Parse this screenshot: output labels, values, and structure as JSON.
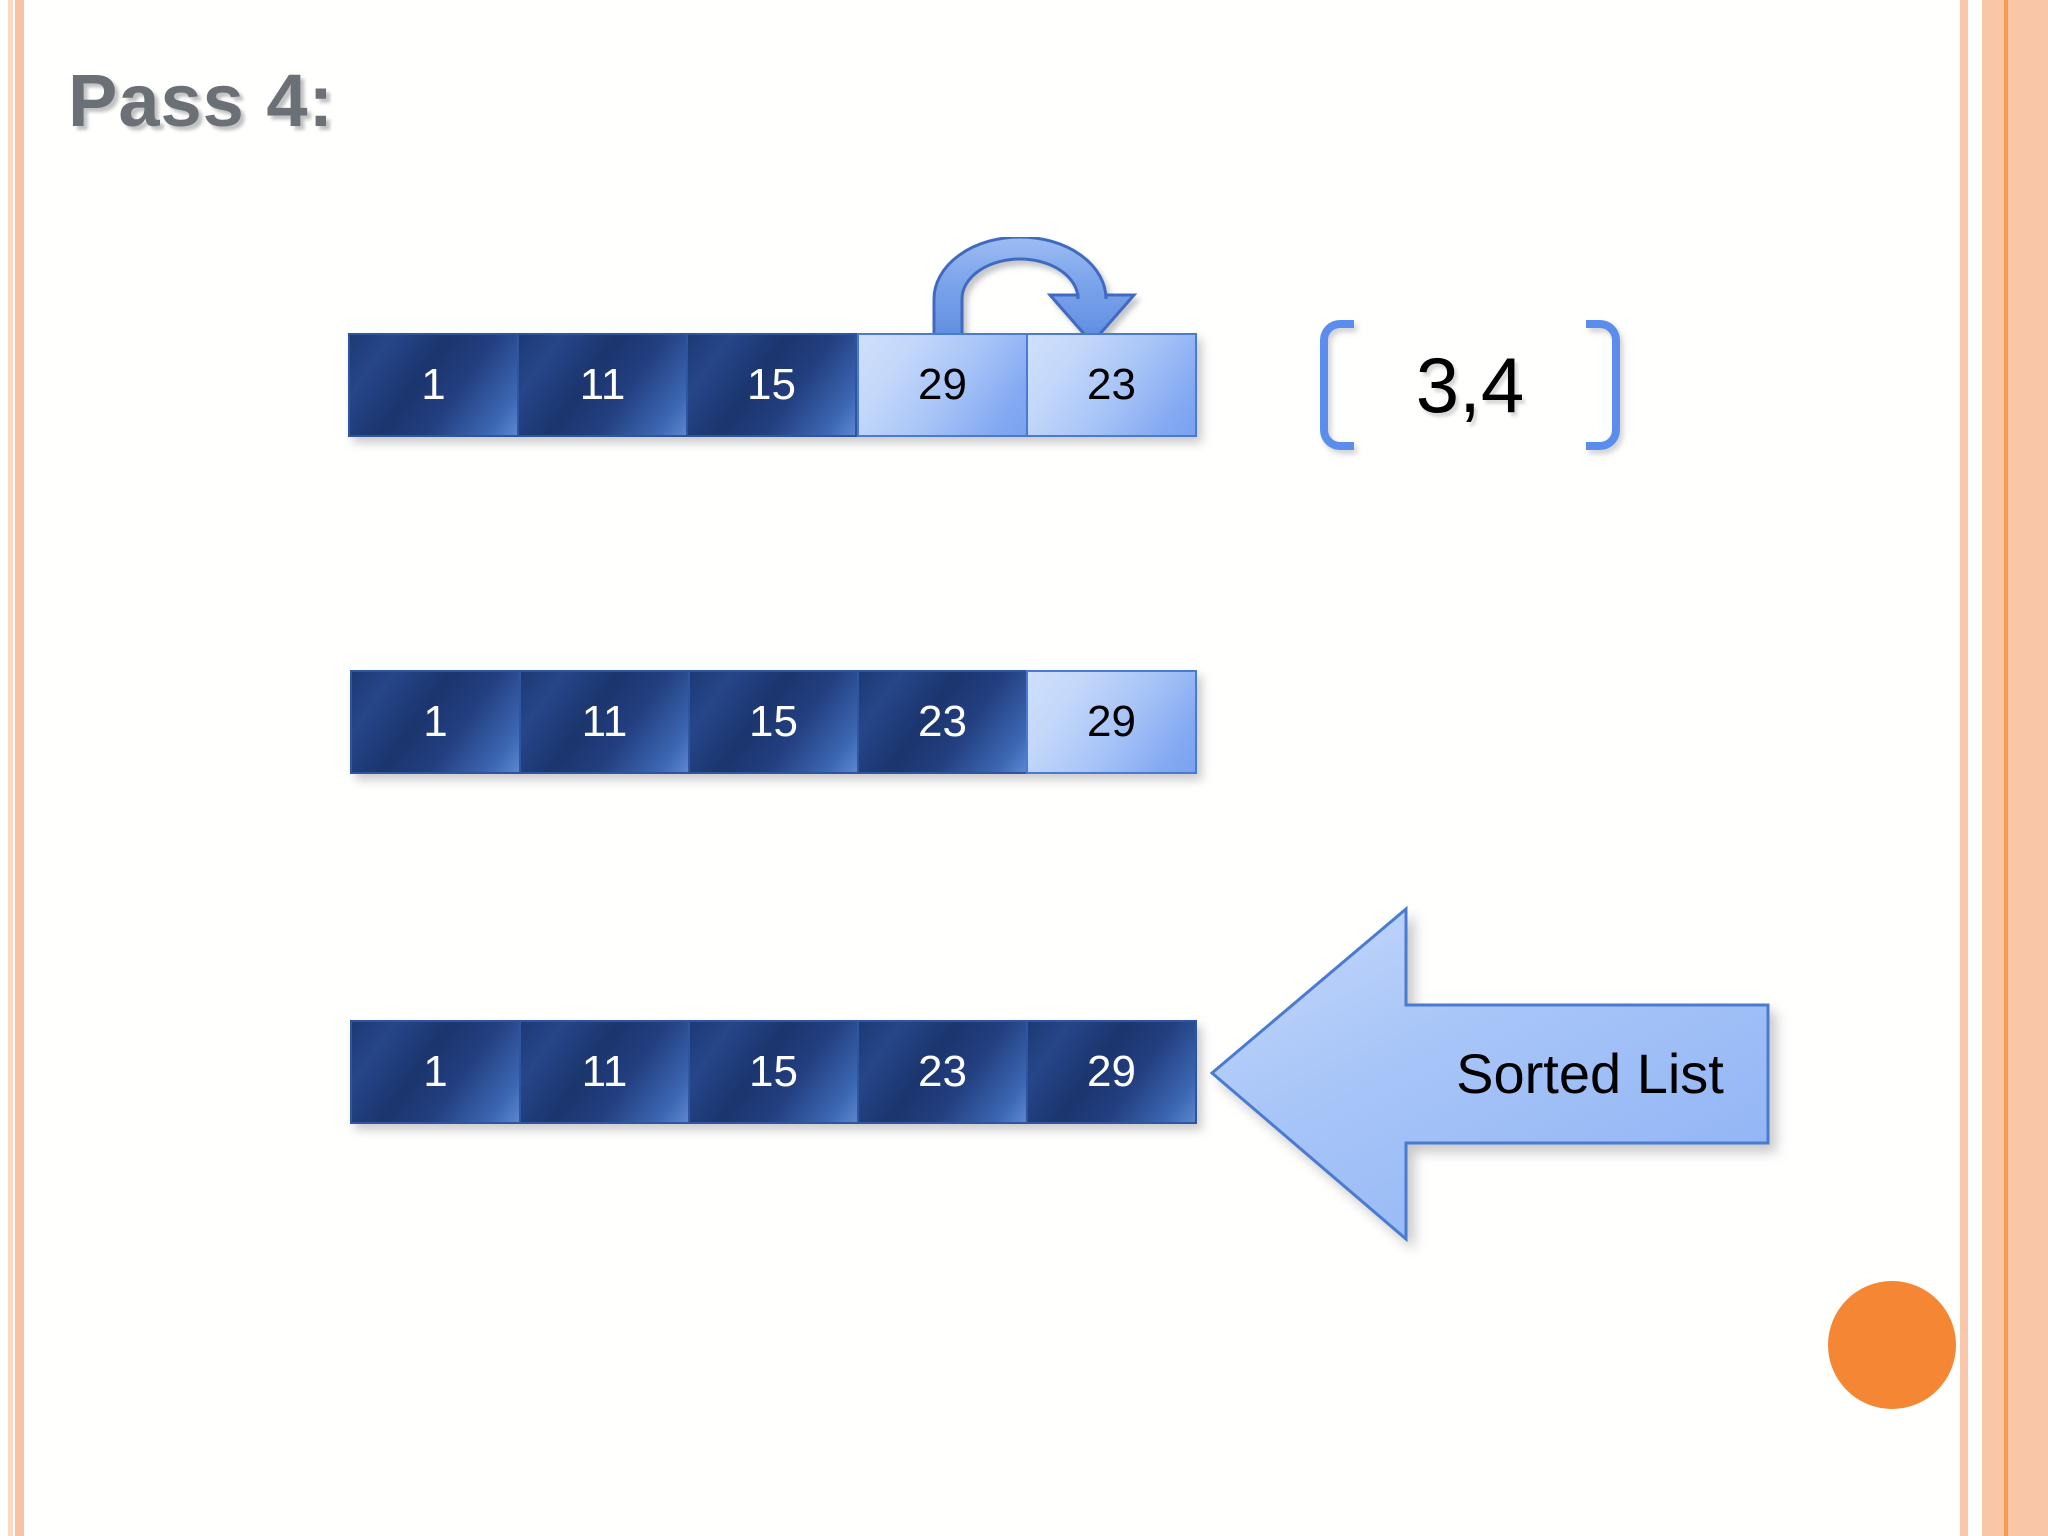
{
  "slide": {
    "title": "Pass 4:",
    "background_color": "#fffffe",
    "accent_color": "#f58634",
    "border_color": "#f9c7a8"
  },
  "rows": [
    {
      "name": "row-before-swap",
      "cells": [
        {
          "value": "1",
          "state": "sorted-dark"
        },
        {
          "value": "11",
          "state": "sorted-dark"
        },
        {
          "value": "15",
          "state": "sorted-dark"
        },
        {
          "value": "29",
          "state": "compared-light"
        },
        {
          "value": "23",
          "state": "compared-light"
        }
      ]
    },
    {
      "name": "row-after-swap",
      "cells": [
        {
          "value": "1",
          "state": "sorted-dark"
        },
        {
          "value": "11",
          "state": "sorted-dark"
        },
        {
          "value": "15",
          "state": "sorted-dark"
        },
        {
          "value": "23",
          "state": "sorted-dark"
        },
        {
          "value": "29",
          "state": "placed-light"
        }
      ]
    },
    {
      "name": "row-final",
      "cells": [
        {
          "value": "1",
          "state": "sorted-dark"
        },
        {
          "value": "11",
          "state": "sorted-dark"
        },
        {
          "value": "15",
          "state": "sorted-dark"
        },
        {
          "value": "23",
          "state": "sorted-dark"
        },
        {
          "value": "29",
          "state": "sorted-dark"
        }
      ]
    }
  ],
  "swap_arrow": {
    "icon": "curved-swap-arrow-icon",
    "from_index": "3",
    "to_index": "4",
    "color": "#6f9cea",
    "outline_color": "#3f6bc2"
  },
  "index_pair": {
    "text": "3,4",
    "bracket_color": "#5b8def"
  },
  "sorted_arrow": {
    "label": "Sorted List",
    "icon": "left-block-arrow-icon",
    "fill_color": "#a8c6f7",
    "outline_color": "#4a7bd0"
  }
}
